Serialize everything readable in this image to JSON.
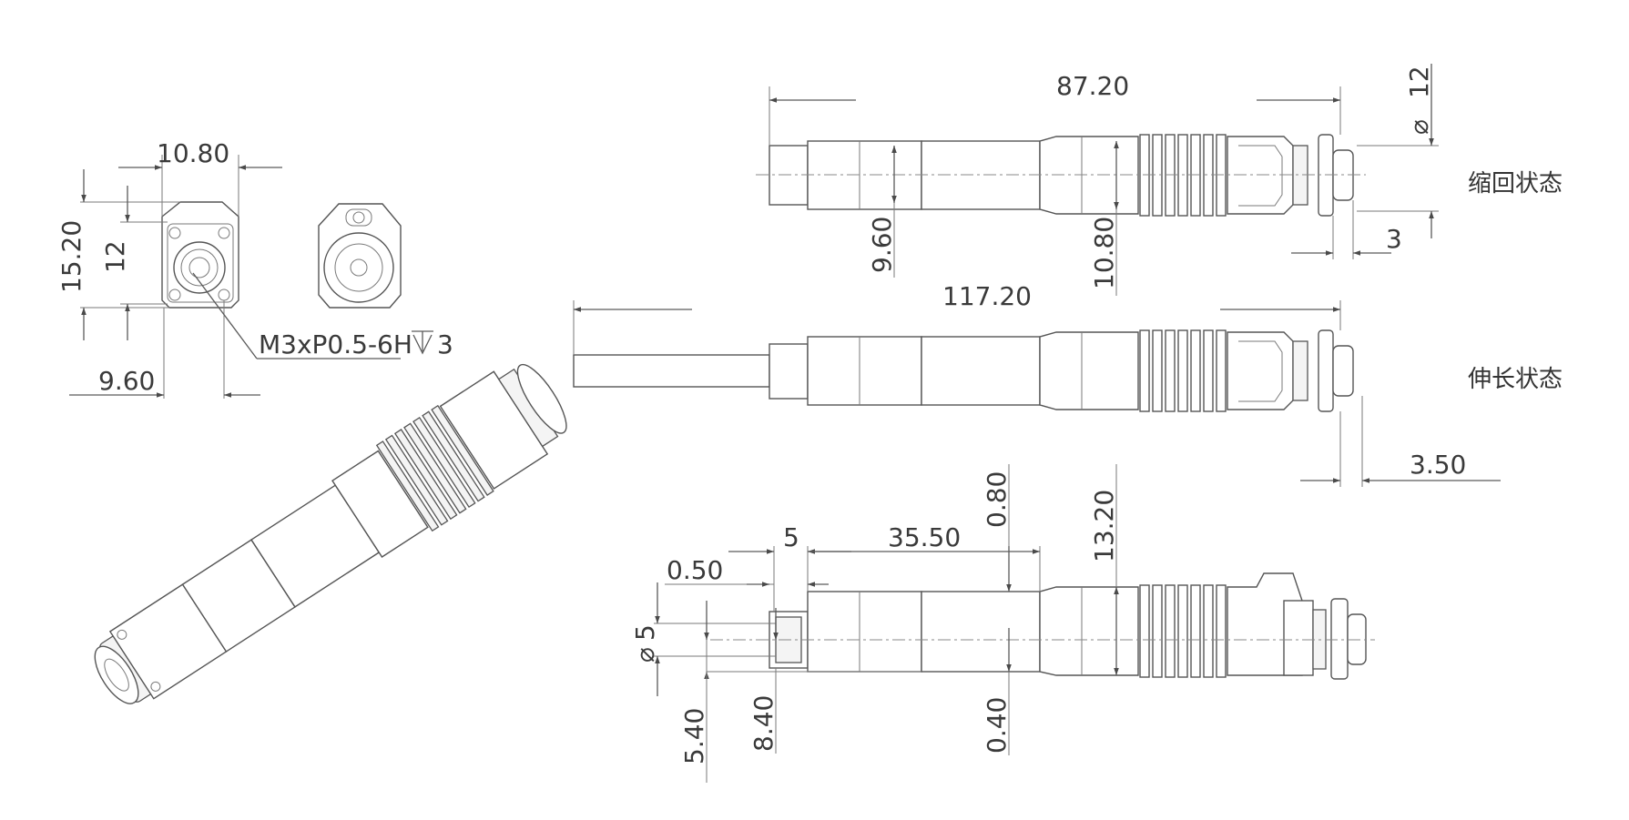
{
  "labels": {
    "retracted_state": "缩回状态",
    "extended_state": "伸长状态",
    "thread_callout": "M3xP0.5-6H",
    "thread_depth": "3"
  },
  "dimensions": {
    "front_width": "10.80",
    "front_height": "15.20",
    "front_bore": "12",
    "front_hole_spacing": "9.60",
    "retracted_length": "87.20",
    "retracted_dia_symbol": "⌀",
    "retracted_dia": "12",
    "retracted_body_small": "9.60",
    "retracted_body_large": "10.80",
    "retracted_flange": "3",
    "extended_length": "117.20",
    "extended_flange": "3.50",
    "side_step": "5",
    "side_groove_length": "35.50",
    "side_groove_top": "0.80",
    "side_height": "13.20",
    "side_rod_offset": "0.50",
    "side_rod_dia_symbol": "⌀",
    "side_rod_dia": "5",
    "side_rod_center": "5.40",
    "side_body_center": "8.40",
    "side_groove_bottom": "0.40"
  }
}
